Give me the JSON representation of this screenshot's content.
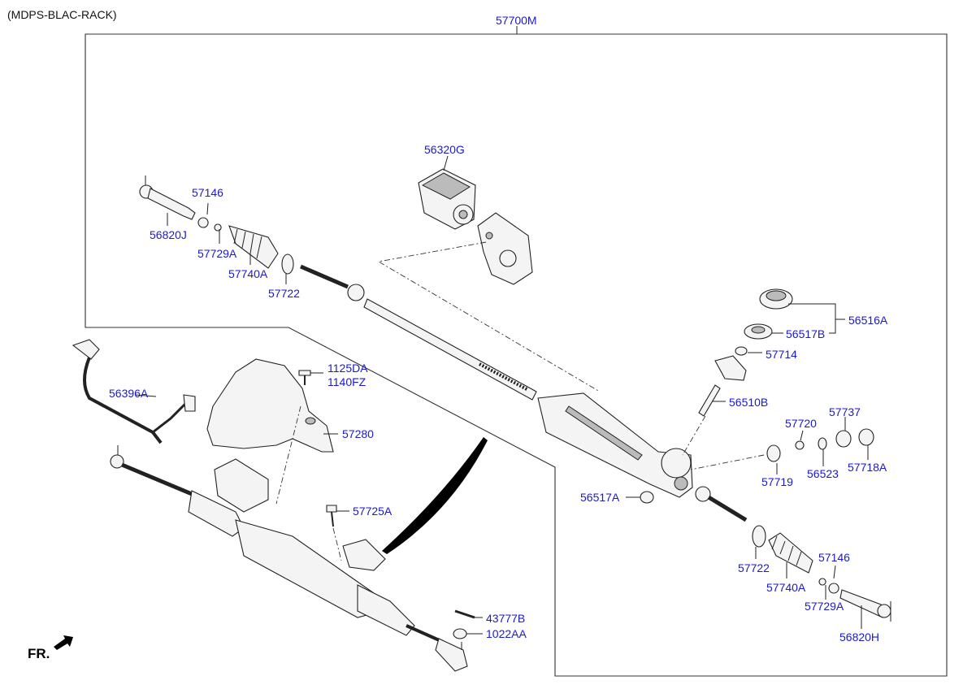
{
  "diagram": {
    "header": "(MDPS-BLAC-RACK)",
    "assembly_label": "57700M",
    "front_marker": "FR.",
    "labels": {
      "p56320G": "56320G",
      "p57146_l": "57146",
      "p56820J": "56820J",
      "p57729A_l": "57729A",
      "p57740A_l": "57740A",
      "p57722_l": "57722",
      "p56516A": "56516A",
      "p56517B": "56517B",
      "p57714": "57714",
      "p56510B": "56510B",
      "p57737": "57737",
      "p57720": "57720",
      "p56523": "56523",
      "p57718A": "57718A",
      "p57719": "57719",
      "p56517A": "56517A",
      "p57722_r": "57722",
      "p57146_r": "57146",
      "p57740A_r": "57740A",
      "p57729A_r": "57729A",
      "p56820H": "56820H",
      "p1125DA": "1125DA",
      "p1140FZ": "1140FZ",
      "p56396A": "56396A",
      "p57280": "57280",
      "p57725A": "57725A",
      "p43777B": "43777B",
      "p1022AA": "1022AA"
    },
    "colors": {
      "label": "#1a1acf",
      "line": "#222222"
    }
  }
}
